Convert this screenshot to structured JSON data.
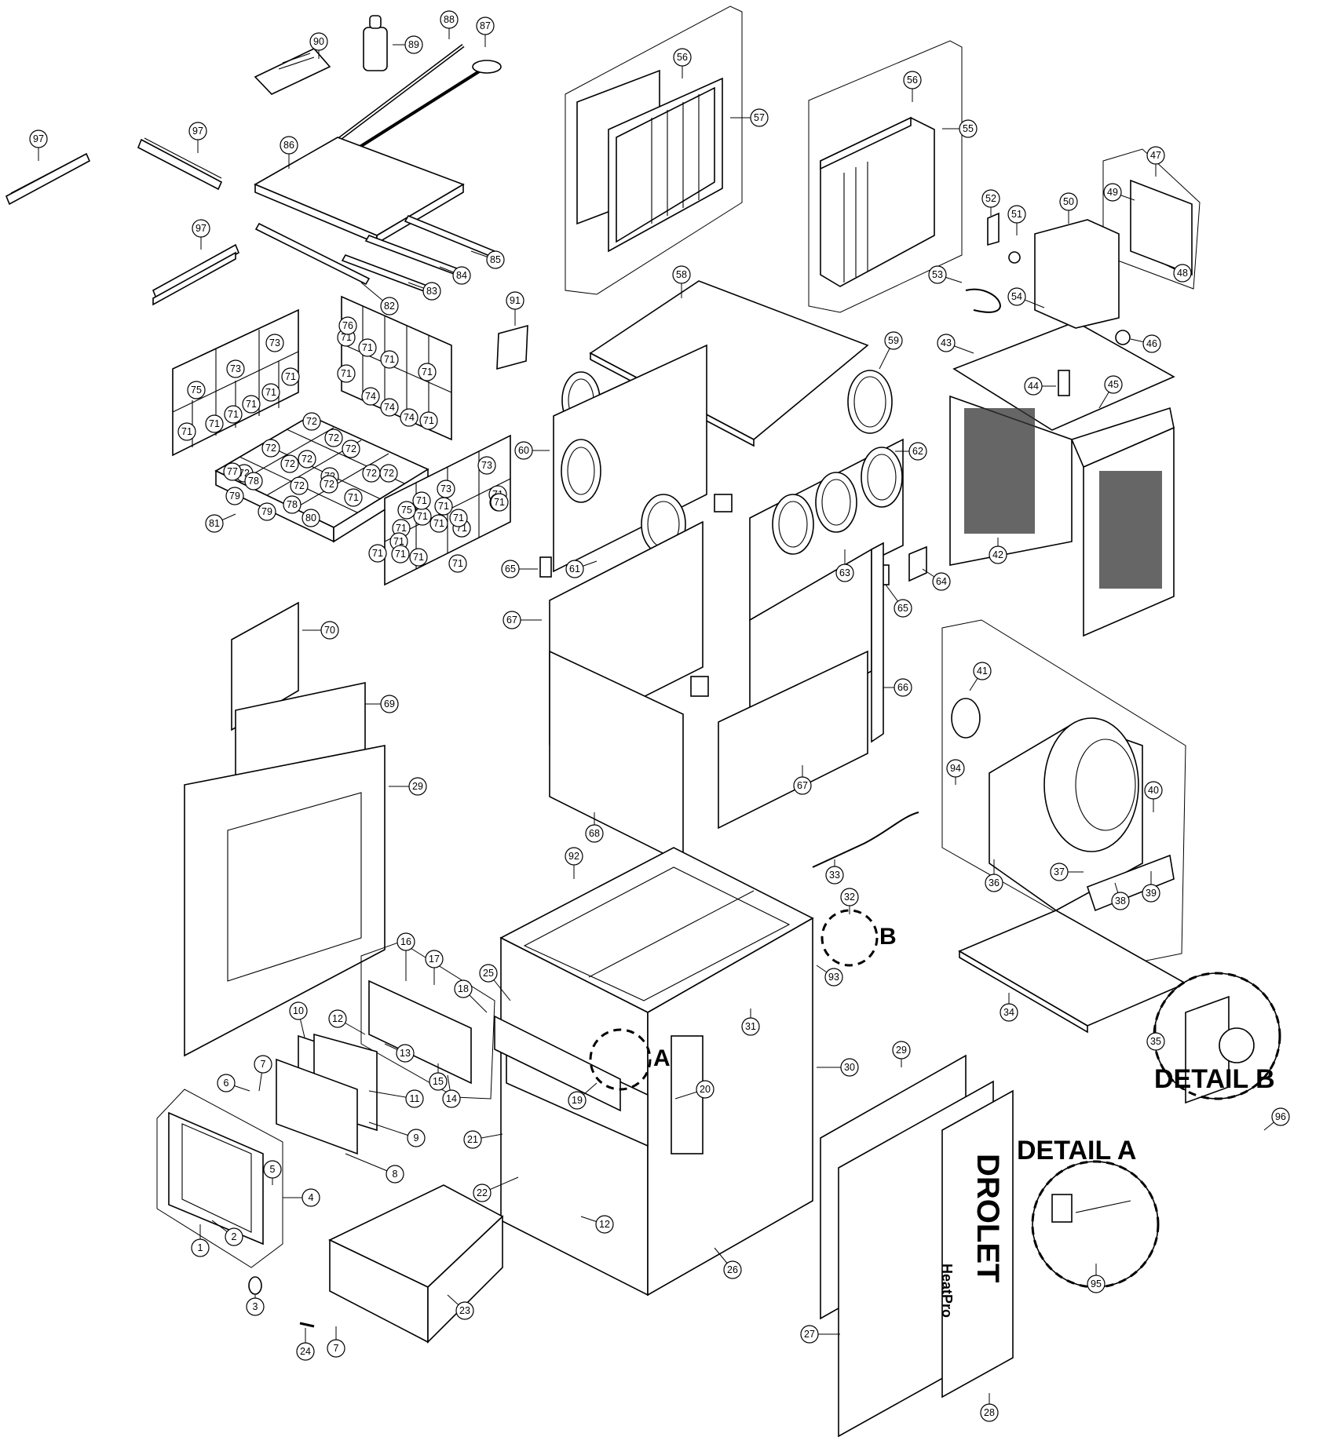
{
  "diagram": {
    "callouts": [
      "1",
      "2",
      "3",
      "4",
      "5",
      "6",
      "7",
      "8",
      "9",
      "10",
      "11",
      "12",
      "13",
      "14",
      "15",
      "16",
      "17",
      "18",
      "19",
      "20",
      "21",
      "22",
      "23",
      "24",
      "25",
      "26",
      "27",
      "28",
      "29",
      "30",
      "31",
      "32",
      "33",
      "34",
      "35",
      "36",
      "37",
      "38",
      "39",
      "40",
      "41",
      "42",
      "43",
      "44",
      "45",
      "46",
      "47",
      "48",
      "49",
      "50",
      "51",
      "52",
      "53",
      "54",
      "55",
      "56",
      "57",
      "58",
      "59",
      "60",
      "61",
      "62",
      "63",
      "64",
      "65",
      "66",
      "67",
      "68",
      "69",
      "70",
      "71",
      "72",
      "73",
      "74",
      "75",
      "76",
      "77",
      "78",
      "79",
      "80",
      "81",
      "82",
      "83",
      "84",
      "85",
      "86",
      "87",
      "88",
      "89",
      "90",
      "91",
      "92",
      "93",
      "94",
      "95",
      "96",
      "97"
    ],
    "detail_a_title": "DETAIL A",
    "detail_b_title": "DETAIL B",
    "detail_a_marker": "A",
    "detail_b_marker": "B",
    "brand_logo": "DROLET",
    "brand_sub": "HeatPro",
    "colors": {
      "line": "#000000",
      "paper": "#ffffff"
    }
  }
}
